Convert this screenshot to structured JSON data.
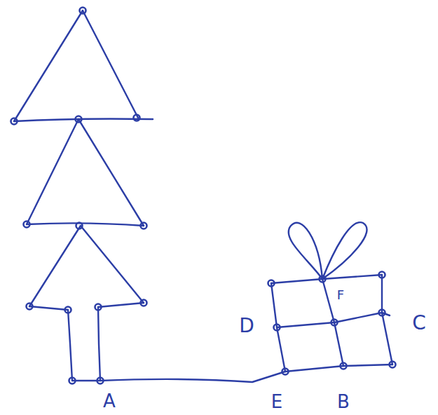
{
  "diagram": {
    "labels": [
      "F",
      "D",
      "C",
      "A",
      "E",
      "B"
    ]
  }
}
